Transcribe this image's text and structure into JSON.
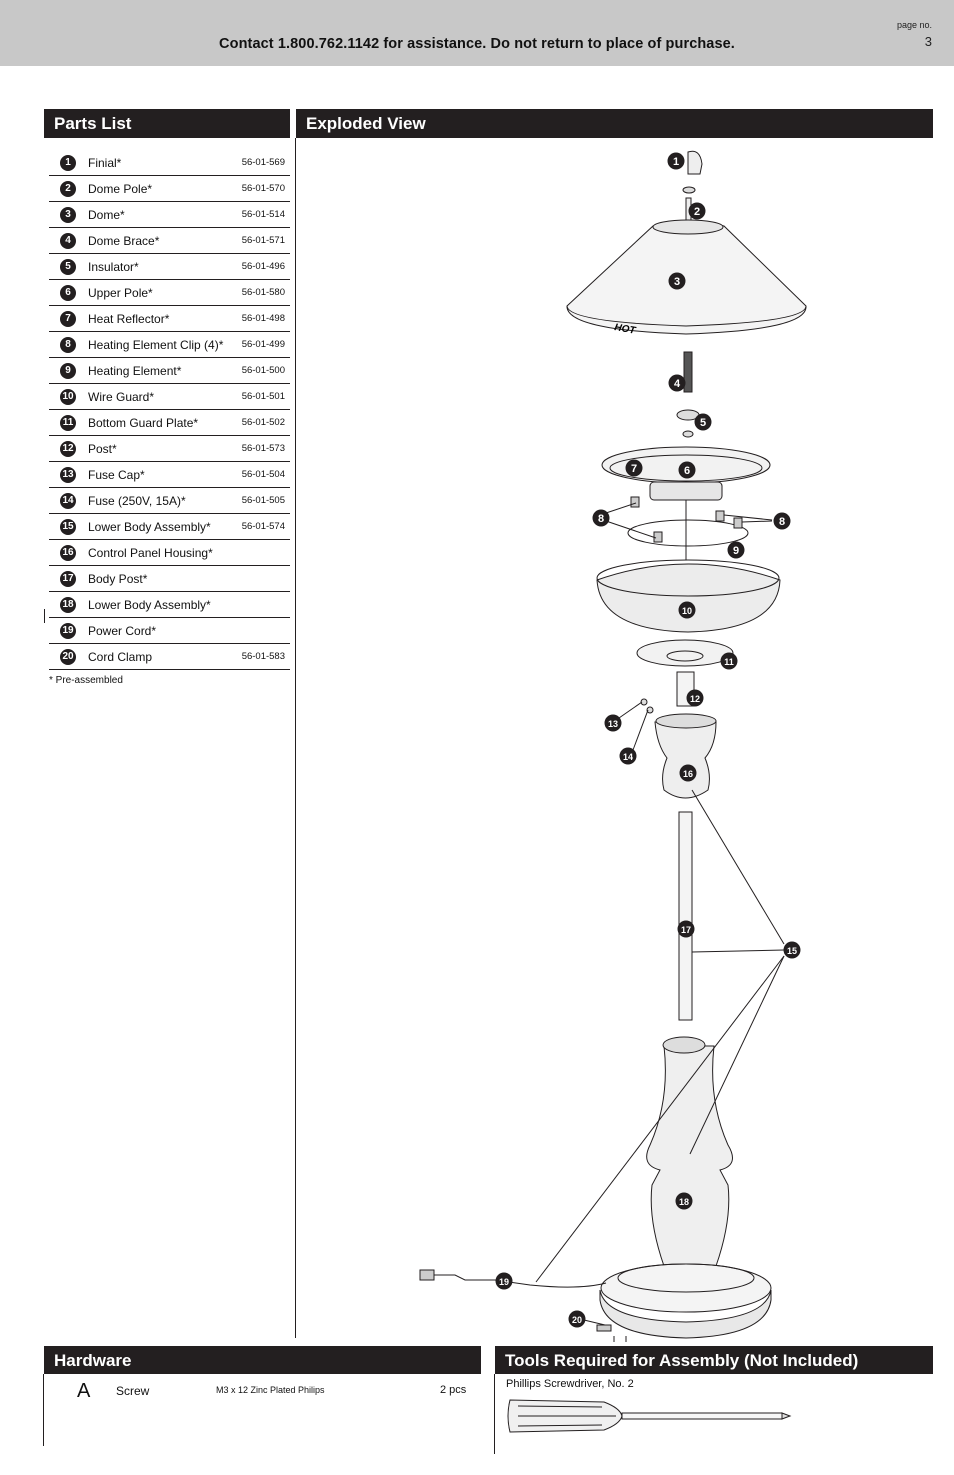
{
  "header": {
    "contact": "Contact 1.800.762.1142 for assistance. Do not return to place of purchase.",
    "page_label": "page no.",
    "page_number": "3"
  },
  "parts_list": {
    "title": "Parts List",
    "items": [
      {
        "num": "1",
        "name": "Finial*",
        "code": "56-01-569"
      },
      {
        "num": "2",
        "name": "Dome Pole*",
        "code": "56-01-570"
      },
      {
        "num": "3",
        "name": "Dome*",
        "code": "56-01-514"
      },
      {
        "num": "4",
        "name": "Dome Brace*",
        "code": "56-01-571"
      },
      {
        "num": "5",
        "name": "Insulator*",
        "code": "56-01-496"
      },
      {
        "num": "6",
        "name": "Upper Pole*",
        "code": "56-01-580"
      },
      {
        "num": "7",
        "name": "Heat Reflector*",
        "code": "56-01-498"
      },
      {
        "num": "8",
        "name": "Heating Element Clip (4)*",
        "code": "56-01-499"
      },
      {
        "num": "9",
        "name": "Heating Element*",
        "code": "56-01-500"
      },
      {
        "num": "10",
        "name": "Wire Guard*",
        "code": "56-01-501"
      },
      {
        "num": "11",
        "name": "Bottom Guard Plate*",
        "code": "56-01-502"
      },
      {
        "num": "12",
        "name": "Post*",
        "code": "56-01-573"
      },
      {
        "num": "13",
        "name": "Fuse Cap*",
        "code": "56-01-504"
      },
      {
        "num": "14",
        "name": "Fuse (250V, 15A)*",
        "code": "56-01-505"
      },
      {
        "num": "15",
        "name": "Lower Body Assembly*",
        "code": "56-01-574"
      },
      {
        "num": "16",
        "name": "Control Panel Housing*",
        "code": ""
      },
      {
        "num": "17",
        "name": "Body Post*",
        "code": ""
      },
      {
        "num": "18",
        "name": "Lower Body Assembly*",
        "code": ""
      },
      {
        "num": "19",
        "name": "Power Cord*",
        "code": ""
      },
      {
        "num": "20",
        "name": "Cord Clamp",
        "code": "56-01-583"
      }
    ],
    "footnote": "* Pre-assembled"
  },
  "exploded_view": {
    "title": "Exploded View",
    "hot_label": "HOT",
    "callouts": [
      "1",
      "2",
      "3",
      "4",
      "5",
      "6",
      "7",
      "8",
      "8",
      "9",
      "10",
      "11",
      "12",
      "13",
      "14",
      "16",
      "17",
      "15",
      "18",
      "19",
      "20"
    ]
  },
  "hardware": {
    "title": "Hardware",
    "letter": "A",
    "name": "Screw",
    "description": "M3 x 12 Zinc Plated Philips",
    "quantity": "2 pcs"
  },
  "tools": {
    "title": "Tools Required for Assembly (Not Included)",
    "item": "Phillips Screwdriver, No. 2"
  }
}
